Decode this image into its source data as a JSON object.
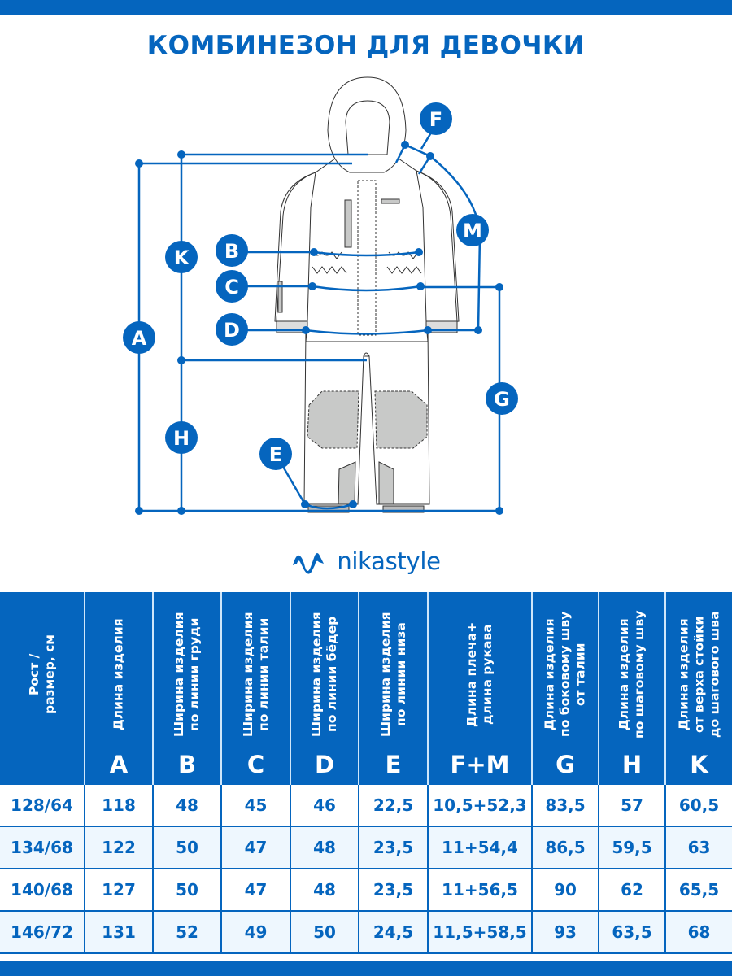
{
  "title": "КОМБИНЕЗОН ДЛЯ ДЕВОЧКИ",
  "brand": {
    "name": "nikastyle",
    "icon": "nikastyle-wave-logo-icon"
  },
  "colors": {
    "accent": "#0565be",
    "row_alt": "#eef7fe",
    "panel_gray": "#c8c9c8"
  },
  "diagram": {
    "labels": [
      "A",
      "K",
      "B",
      "C",
      "D",
      "F",
      "M",
      "G",
      "H",
      "E"
    ]
  },
  "table": {
    "columns": [
      {
        "header": "Рост /\nразмер, см",
        "letter": ""
      },
      {
        "header": "Длина изделия",
        "letter": "A"
      },
      {
        "header": "Ширина изделия\nпо линии груди",
        "letter": "B"
      },
      {
        "header": "Ширина изделия\nпо линии талии",
        "letter": "C"
      },
      {
        "header": "Ширина изделия\nпо линии бёдер",
        "letter": "D"
      },
      {
        "header": "Ширина изделия\nпо линии низа",
        "letter": "E"
      },
      {
        "header": "Длина плеча+\nдлина рукава",
        "letter": "F+M"
      },
      {
        "header": "Длина изделия\nпо боковому шву\nот талии",
        "letter": "G"
      },
      {
        "header": "Длина изделия\nпо шаговому шву",
        "letter": "H"
      },
      {
        "header": "Длина изделия\nот верха стойки\nдо шагового шва",
        "letter": "K"
      }
    ],
    "rows": [
      [
        "128/64",
        "118",
        "48",
        "45",
        "46",
        "22,5",
        "10,5+52,3",
        "83,5",
        "57",
        "60,5"
      ],
      [
        "134/68",
        "122",
        "50",
        "47",
        "48",
        "23,5",
        "11+54,4",
        "86,5",
        "59,5",
        "63"
      ],
      [
        "140/68",
        "127",
        "50",
        "47",
        "48",
        "23,5",
        "11+56,5",
        "90",
        "62",
        "65,5"
      ],
      [
        "146/72",
        "131",
        "52",
        "49",
        "50",
        "24,5",
        "11,5+58,5",
        "93",
        "63,5",
        "68"
      ]
    ]
  }
}
